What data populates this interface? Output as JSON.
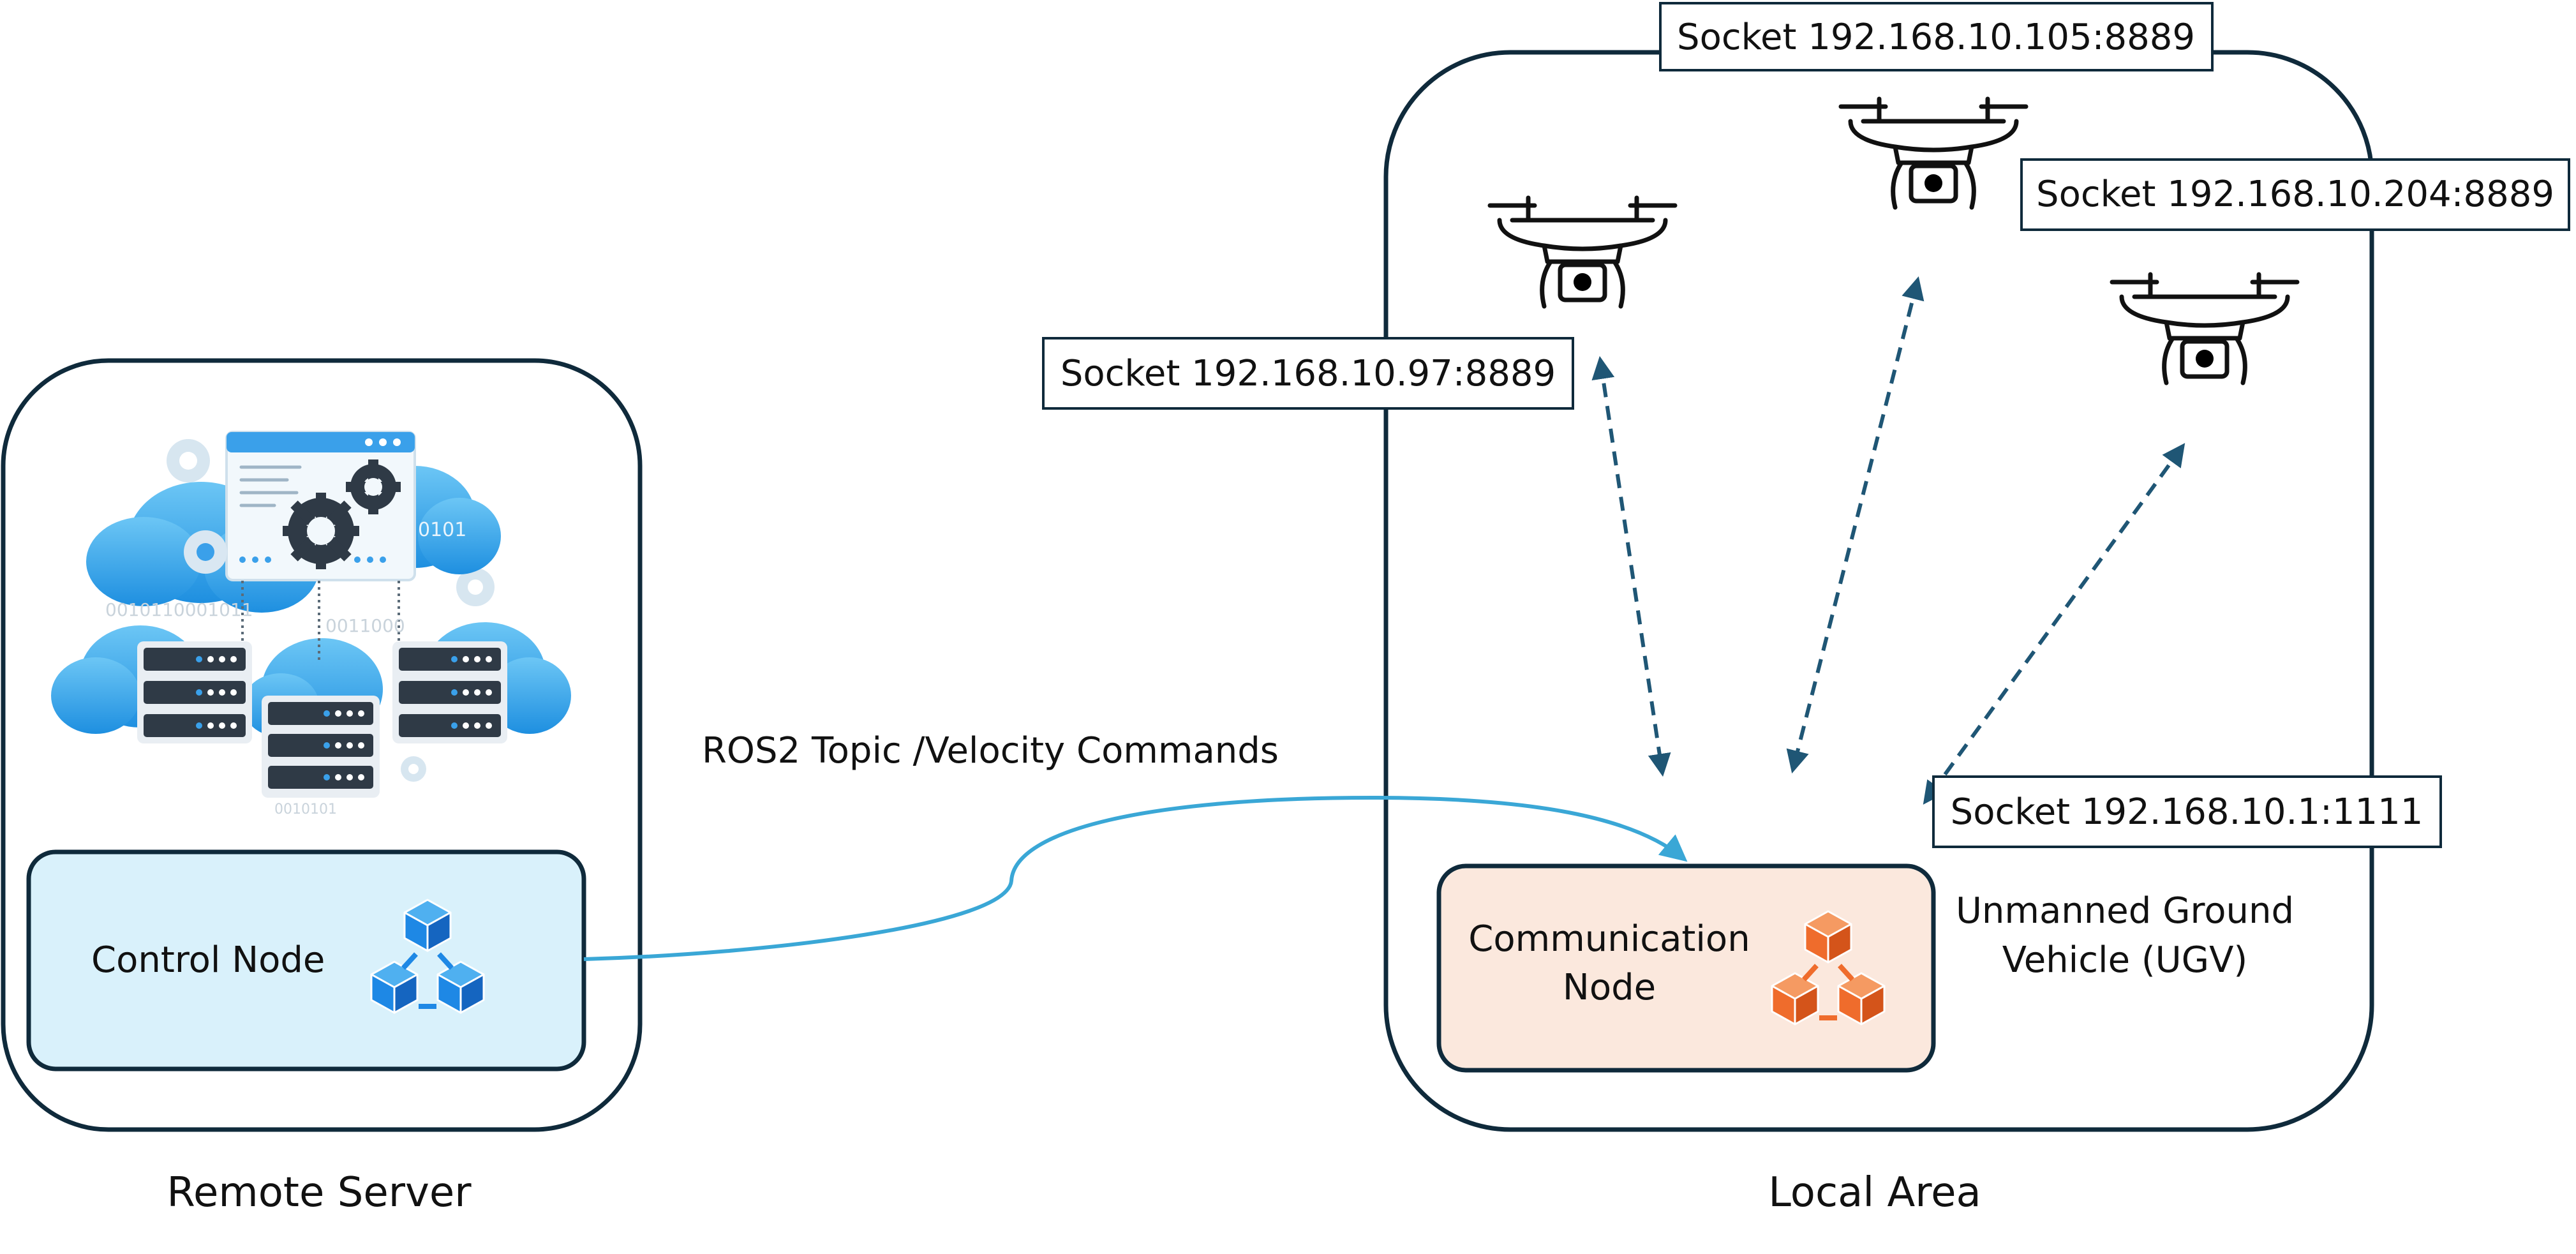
{
  "colors": {
    "frame_stroke": "#0f2a3b",
    "control_fill": "#d9f1fb",
    "comm_fill": "#fbe8dd",
    "ros_link": "#3aa7d6",
    "socket_link": "#1f5675",
    "cube_blue": "#1e88e5",
    "cube_orange": "#ef6c2c"
  },
  "regions": {
    "remote_server": "Remote Server",
    "local_area": "Local Area"
  },
  "nodes": {
    "control": "Control Node",
    "communication_line1": "Communication",
    "communication_line2": "Node"
  },
  "ugv": {
    "line1": "Unmanned Ground",
    "line2": "Vehicle (UGV)"
  },
  "link_label": "ROS2 Topic /Velocity Commands",
  "sockets": {
    "drone_left": "Socket 192.168.10.97:8889",
    "drone_top": "Socket 192.168.10.105:8889",
    "drone_right": "Socket 192.168.10.204:8889",
    "ugv": "Socket 192.168.10.1:1111"
  },
  "cloud_illustration": {
    "binary_right": "0101",
    "binary_left": "0010110001011",
    "binary_mid": "0011000",
    "binary_bottom": "0010101"
  },
  "icons": [
    "cloud-server-illustration",
    "cube-network-icon",
    "drone-icon"
  ]
}
